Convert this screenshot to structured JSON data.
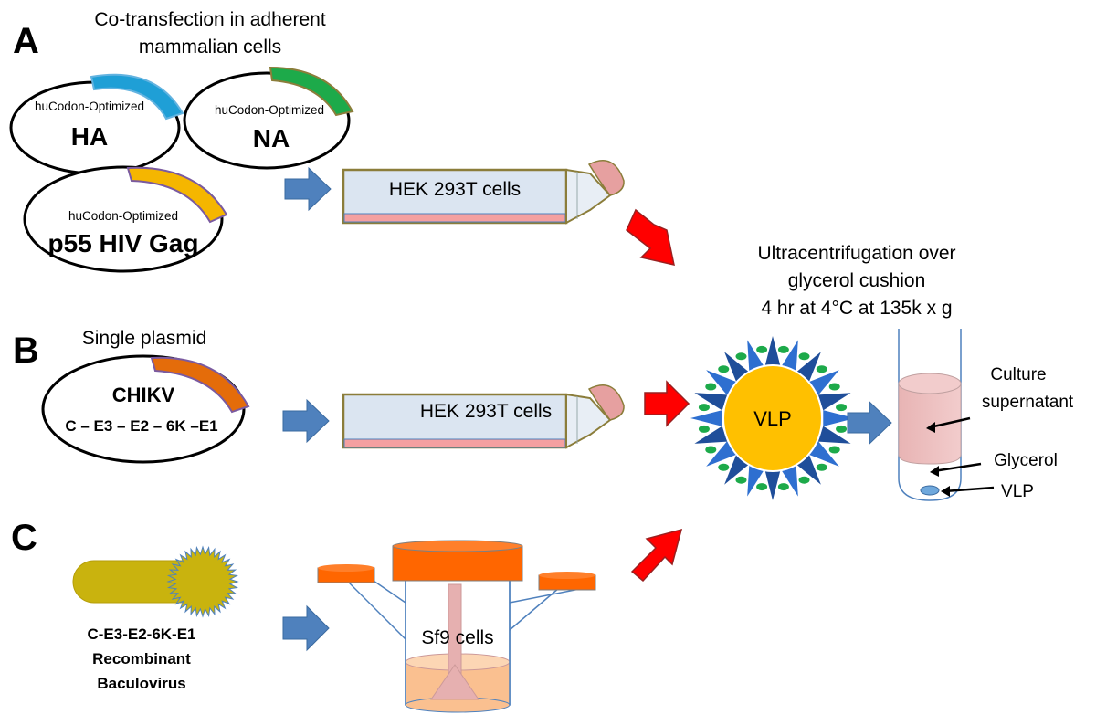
{
  "panels": {
    "a": {
      "letter": "A",
      "caption_line1": "Co-transfection  in adherent",
      "caption_line2": "mammalian  cells",
      "plasmids": [
        {
          "sub": "huCodon-Optimized",
          "name": "HA",
          "color": "#1f9fd6"
        },
        {
          "sub": "huCodon-Optimized",
          "name": "NA",
          "color": "#1daa4a"
        },
        {
          "sub": "huCodon-Optimized",
          "name": "p55 HIV Gag",
          "color": "#f5b600"
        }
      ],
      "flask_label": "HEK 293T cells"
    },
    "b": {
      "letter": "B",
      "caption": "Single plasmid",
      "plasmid_title": "CHIKV",
      "plasmid_genes": "C – E3 – E2 – 6K –E1",
      "plasmid_color": "#e46c0a",
      "flask_label": "HEK 293T cells"
    },
    "c": {
      "letter": "C",
      "baculovirus_line1": "C-E3-E2-6K-E1",
      "baculovirus_line2": "Recombinant",
      "baculovirus_line3": "Baculovirus",
      "spinner_label": "Sf9 cells"
    }
  },
  "ultracentrifugation": {
    "line1": "Ultracentrifugation  over",
    "line2": "glycerol  cushion",
    "line3": "4 hr at 4°C at 135k x g"
  },
  "vlp": {
    "label": "VLP",
    "core_color": "#ffc000"
  },
  "tube": {
    "culture_line1": "Culture",
    "culture_line2": "supernatant",
    "glycerol": "Glycerol",
    "vlp": "VLP"
  },
  "colors": {
    "blue_arrow": "#4f81bd",
    "red_arrow": "#ff0000",
    "flask_body": "#dbe5f1",
    "flask_border": "#8b7d3a",
    "medium": "#f4a0a0",
    "orange": "#ff6600",
    "baculovirus": "#c9b30e"
  }
}
